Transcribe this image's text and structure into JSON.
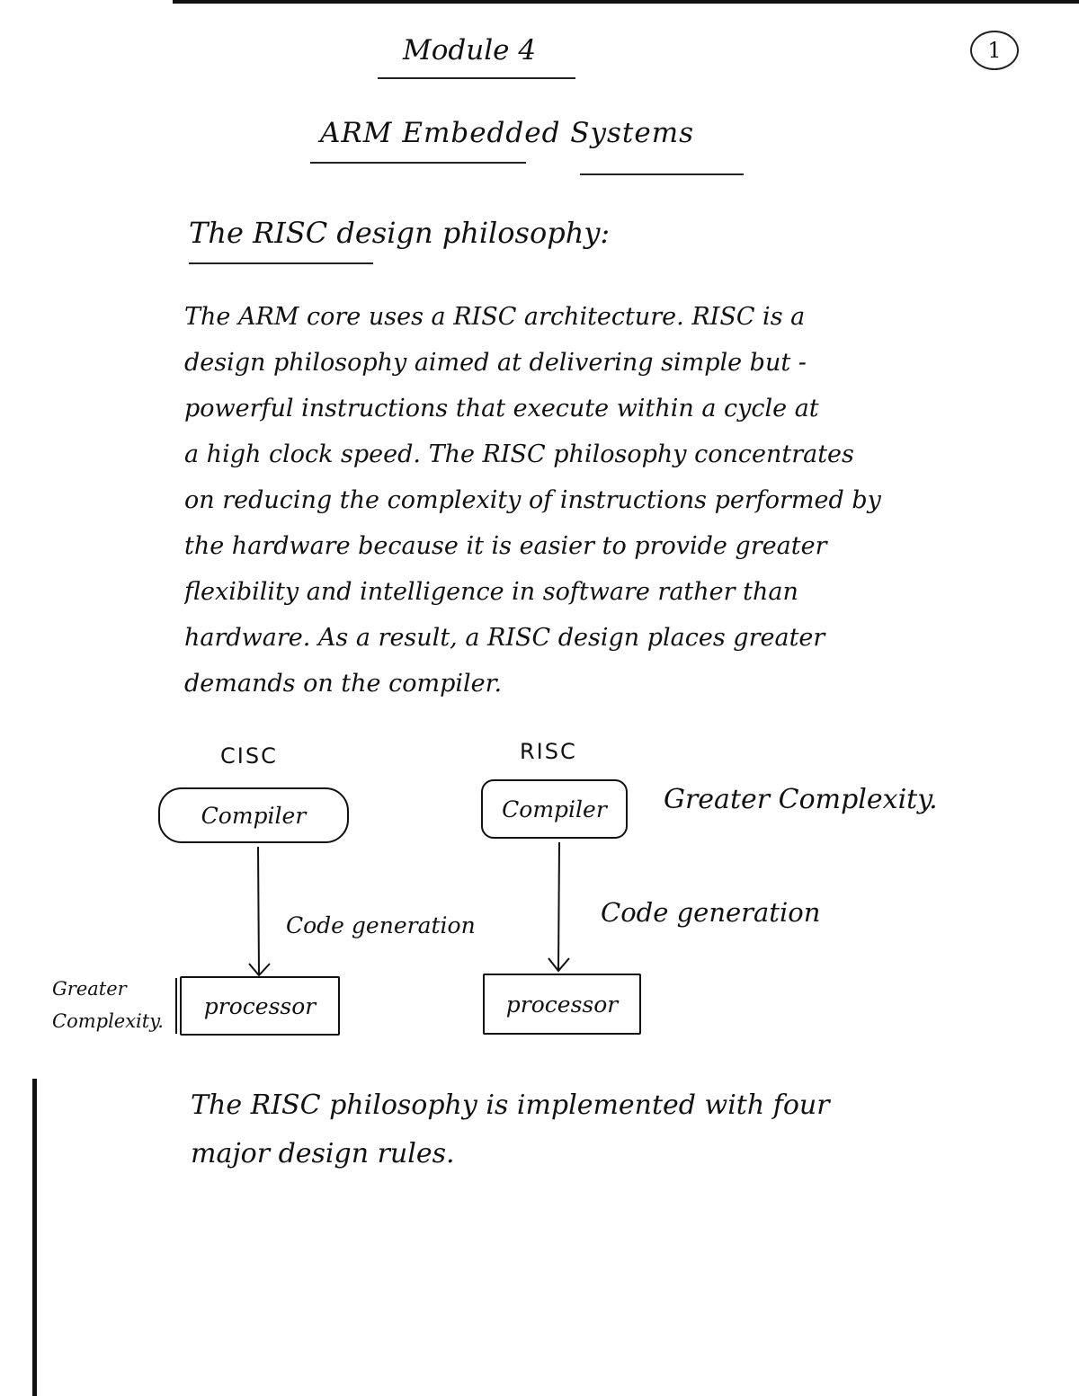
{
  "header": {
    "module_title": "Module 4",
    "page_number": "1",
    "subject_title": "ARM Embedded Systems"
  },
  "section": {
    "heading": "The RISC design philosophy:",
    "paragraph_lines": [
      "The ARM core uses a RISC architecture. RISC is a",
      "design philosophy aimed at delivering simple but -",
      "powerful instructions that execute within a cycle at",
      "a high clock speed. The RISC philosophy concentrates",
      "on reducing the complexity of instructions performed by",
      "the hardware because it is easier to provide greater",
      "flexibility and intelligence in software rather than",
      "hardware. As a result, a RISC design places greater",
      "demands on the compiler."
    ]
  },
  "diagram": {
    "cisc": {
      "label": "CISC",
      "compiler": "Compiler",
      "code_generation": "Code generation",
      "processor": "processor",
      "complexity_note": "Greater Complexity."
    },
    "risc": {
      "label": "RISC",
      "compiler": "Compiler",
      "complexity_note": "Greater Complexity.",
      "code_generation": "Code generation",
      "processor": "processor"
    }
  },
  "closing_lines": [
    "The RISC philosophy is implemented with four",
    "major design rules."
  ]
}
